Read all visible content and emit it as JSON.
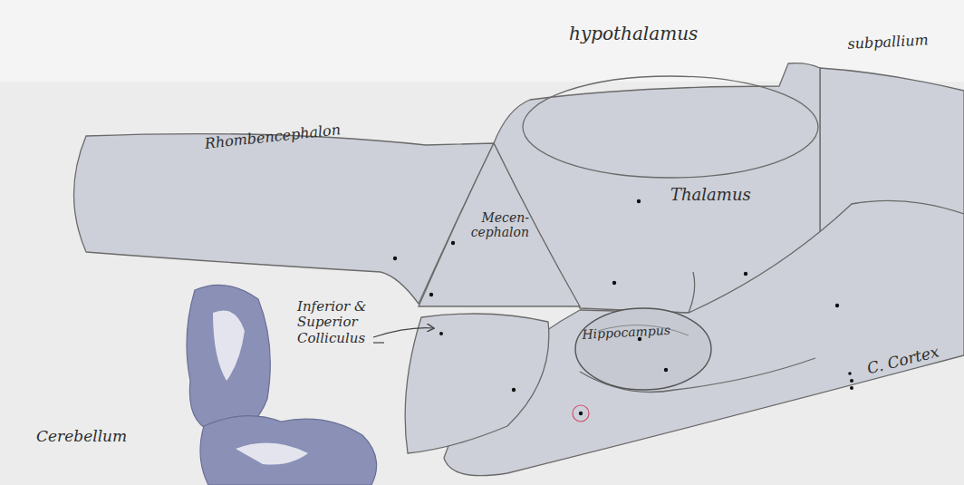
{
  "diagram": {
    "labels": [
      "hypothalamus",
      "subpallium",
      "Rhombencephalon",
      "Mecen- cephalon",
      "Thalamus",
      "Inferior & Superior Colliculus",
      "Hippocampus",
      "C. Cortex",
      "Cerebellum"
    ]
  }
}
